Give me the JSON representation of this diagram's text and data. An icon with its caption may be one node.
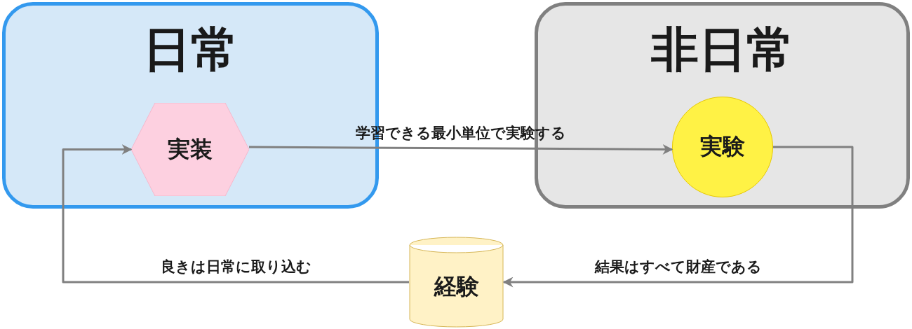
{
  "diagram": {
    "nodes": [
      {
        "text": [
          "日常"
        ]
      },
      {
        "text": [
          "実装"
        ],
        "in": 0
      },
      {
        "text": [
          "非日常"
        ]
      },
      {
        "text": [
          "実験"
        ],
        "in": 2
      },
      {
        "text": [
          "経験"
        ]
      }
    ],
    "edges": [
      {
        "from": 1,
        "to": 3,
        "arrow": "to",
        "label": "学習できる最小単位で実験する"
      },
      {
        "from": 3,
        "to": 4,
        "arrow": "to",
        "label": "結果はすべて財産である"
      },
      {
        "from": 4,
        "to": 1,
        "arrow": "to",
        "label": "良きは日常に取り込む"
      }
    ]
  }
}
